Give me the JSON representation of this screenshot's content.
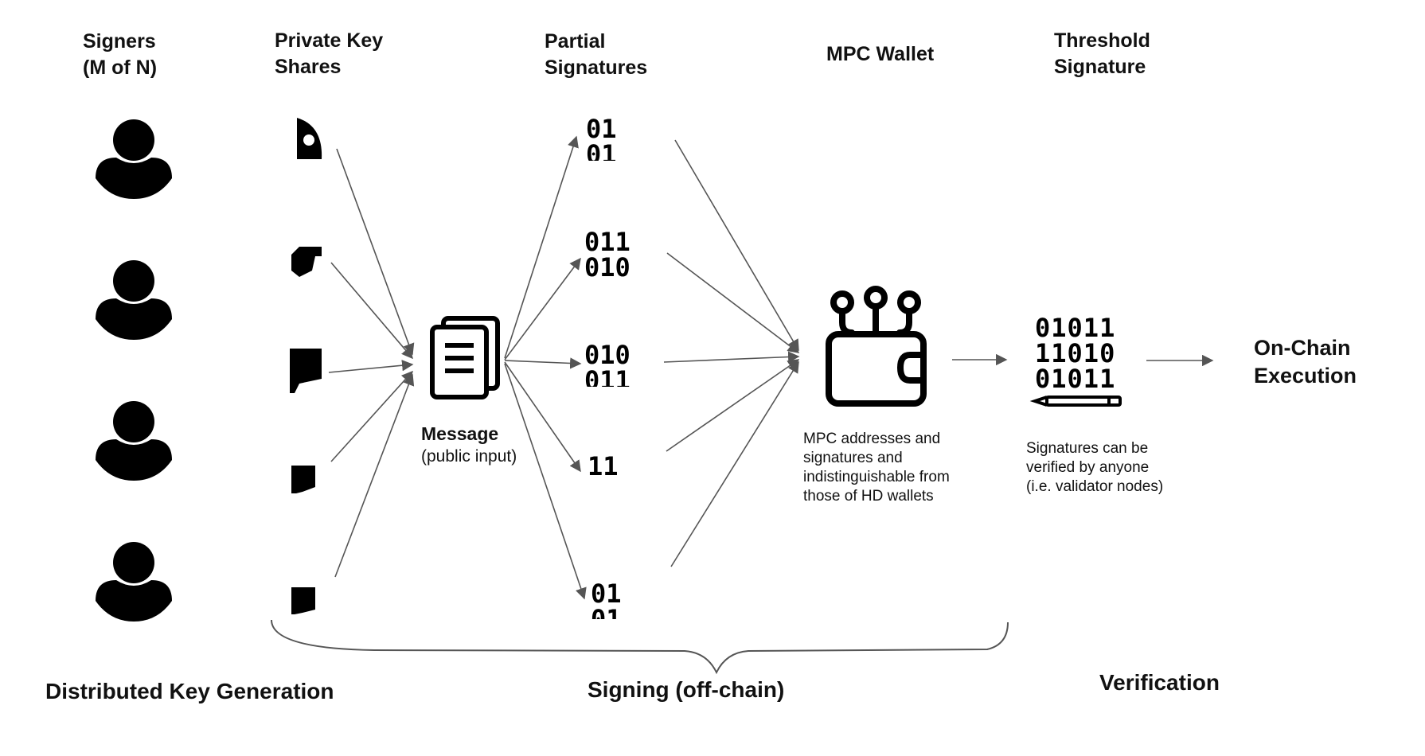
{
  "columns": {
    "signers": "Signers\n(M of N)",
    "key_shares": "Private Key\nShares",
    "partial_signatures": "Partial\nSignatures",
    "mpc_wallet": "MPC Wallet",
    "threshold_signature": "Threshold\nSignature"
  },
  "message": {
    "title": "Message",
    "subtitle": "(public input)"
  },
  "partial_fragments": [
    "01\n01",
    "011\n010",
    "010\n011",
    "11",
    "01\n01"
  ],
  "threshold_bits": "01011\n11010\n01011",
  "wallet_note": "MPC addresses and\nsignatures and\nindistinguishable from\nthose of HD wallets",
  "verify_note": "Signatures can be\nverified by anyone\n(i.e. validator nodes)",
  "onchain": "On-Chain\nExecution",
  "sections": {
    "dkg": "Distributed Key Generation",
    "signing": "Signing (off-chain)",
    "verification": "Verification"
  },
  "icons": [
    "person-icon",
    "key-share-icon",
    "documents-icon",
    "binary-fragment-icon",
    "mpc-wallet-icon",
    "pen-icon",
    "arrow-icon",
    "curly-brace-icon"
  ],
  "colors": {
    "arrow": "#555555",
    "icon": "#000000"
  }
}
